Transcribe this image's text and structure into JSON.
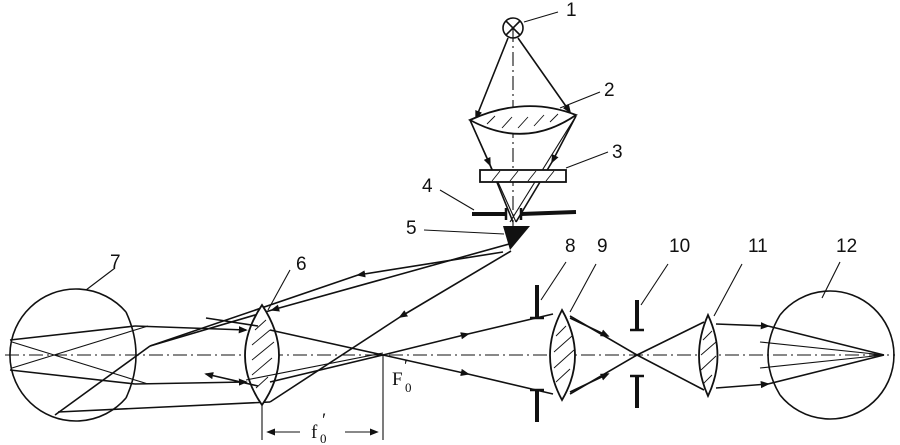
{
  "labels": {
    "n1": "1",
    "n2": "2",
    "n3": "3",
    "n4": "4",
    "n5": "5",
    "n6": "6",
    "n7": "7",
    "n8": "8",
    "n9": "9",
    "n10": "10",
    "n11": "11",
    "n12": "12"
  },
  "focal_point": {
    "symbol": "F",
    "subscript": "0",
    "prime": "′"
  },
  "focal_length": {
    "symbol": "f",
    "subscript": "0",
    "prime": "′"
  }
}
